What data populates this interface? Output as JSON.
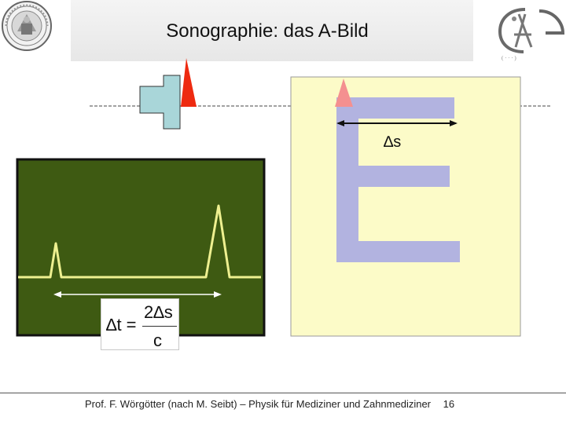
{
  "slide": {
    "title": "Sonographie: das A-Bild",
    "delta_s_label": "∆s",
    "formula": {
      "lhs": "∆t =",
      "numerator": "2∆s",
      "denominator": "c"
    },
    "footer": "Prof. F. Wörgötter (nach M. Seibt) – Physik für Mediziner und Zahnmediziner",
    "page_number": "16"
  },
  "colors": {
    "screen_bg": "#3e5a12",
    "trace": "#eef090",
    "body_bg": "#fcfbc8",
    "letter_e": "#b2b3e0",
    "probe": "#a9d6d9",
    "pulse_red": "#ee2a10",
    "pulse_pink": "#f49090"
  },
  "icons": {
    "left_logo": "university-seal-icon",
    "right_logo": "institute-monogram-icon"
  }
}
